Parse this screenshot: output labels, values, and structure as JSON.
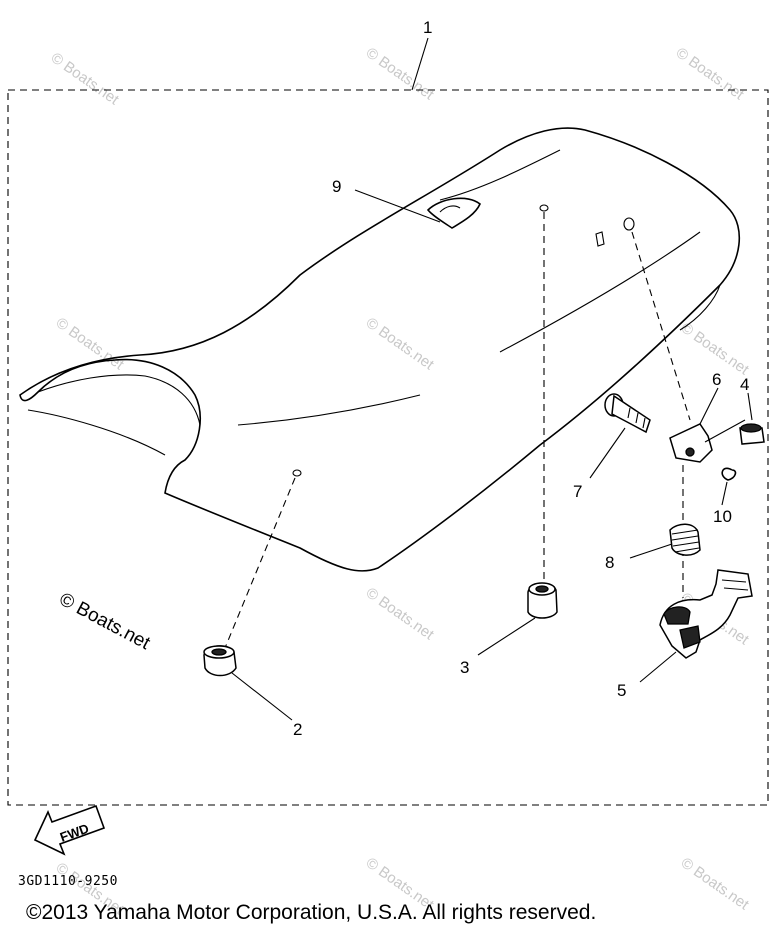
{
  "diagram": {
    "callouts": {
      "c1": "1",
      "c2": "2",
      "c3": "3",
      "c4": "4",
      "c5": "5",
      "c6": "6",
      "c7": "7",
      "c8": "8",
      "c9": "9",
      "c10": "10"
    },
    "watermark": "© Boats.net",
    "watermark_dark": "© Boats.net",
    "fwd_label": "FWD",
    "part_code": "3GD1110-9250"
  },
  "copyright": "©2013 Yamaha Motor Corporation, U.S.A. All rights reserved.",
  "colors": {
    "line": "#000000",
    "watermark": "#c8c8c8",
    "background": "#ffffff"
  }
}
